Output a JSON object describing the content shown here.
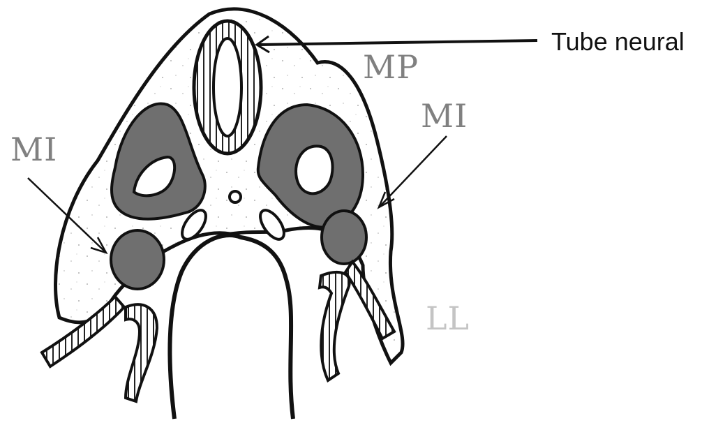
{
  "diagram": {
    "labels": {
      "tube_neural": "Tube neural",
      "mp": "MP",
      "mi_left": "MI",
      "mi_right": "MI",
      "ll": "LL"
    },
    "colors": {
      "ink": "#111111",
      "somite_fill": "#6f6f6f",
      "label_gray": "#808080",
      "label_light_gray": "#c4c4c4",
      "background": "#ffffff"
    }
  }
}
